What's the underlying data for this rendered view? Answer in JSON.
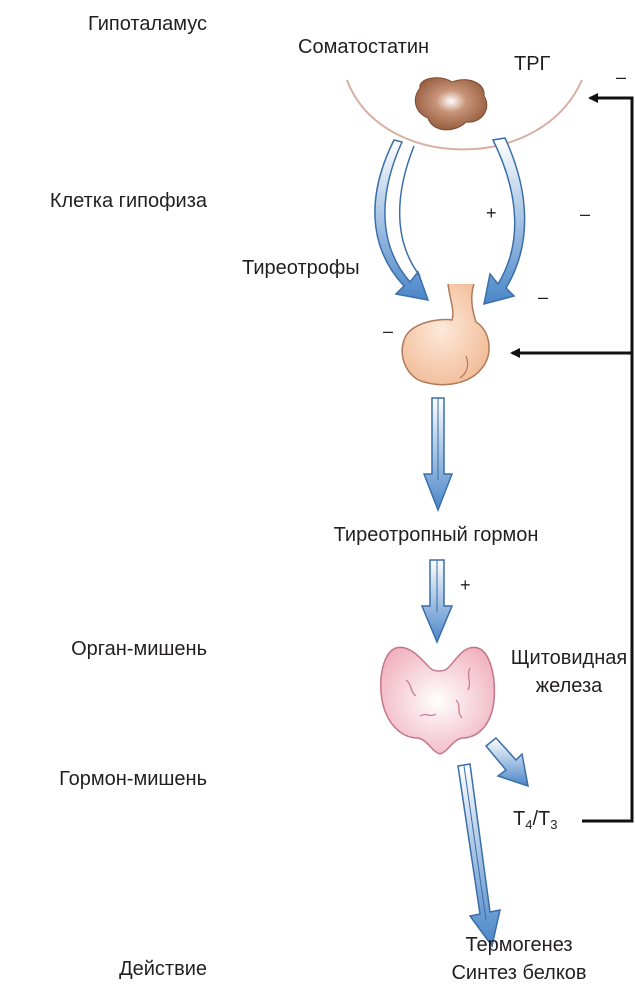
{
  "levels": {
    "hypothalamus": "Гипоталамус",
    "pituitary_cell": "Клетка гипофиза",
    "target_organ": "Орган-мишень",
    "target_hormone": "Гормон-мишень",
    "action": "Действие"
  },
  "labels": {
    "somatostatin": "Соматостатин",
    "trh": "ТРГ",
    "thyrotrophs": "Тиреотрофы",
    "tsh": "Тиреотропный гормон",
    "thyroid_line1": "Щитовидная",
    "thyroid_line2": "железа",
    "t4": "T",
    "t4_sub": "4",
    "slash": "/",
    "t3": "T",
    "t3_sub": "3",
    "effect_line1": "Термогенез",
    "effect_line2": "Синтез белков"
  },
  "signs": {
    "minus": "–",
    "plus": "+"
  },
  "colors": {
    "arrow_blue": "#4a86c8",
    "arrow_light": "#ffffff",
    "hypothalamus_blob": "#a5694a",
    "pituitary_fill": "#f6c8aa",
    "thyroid_fill": "#f2b8c4",
    "feedback_line": "#111111"
  }
}
